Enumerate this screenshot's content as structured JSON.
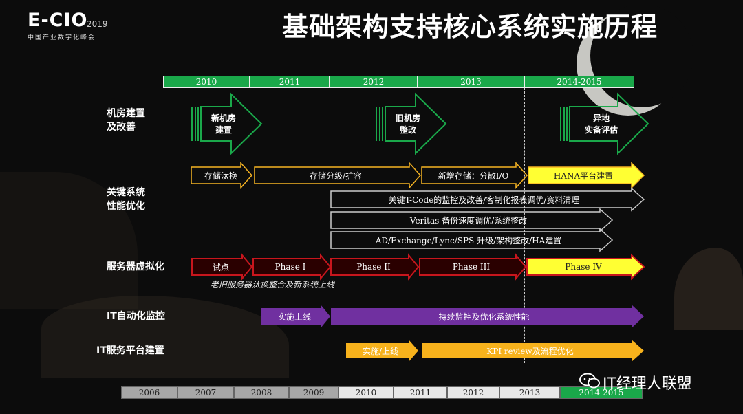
{
  "logo": {
    "main": "E-CIO",
    "year": "2019",
    "sub": "中国产业数字化峰会"
  },
  "title": "基础架构支持核心系统实施历程",
  "top_years": [
    "2010",
    "2011",
    "2012",
    "2013",
    "2014-2015"
  ],
  "rows": {
    "datacenter": "机房建置\n及改善",
    "performance": "关键系统\n性能优化",
    "virtualization": "服务器虚拟化",
    "automation": "IT自动化监控",
    "service_platform": "IT服务平台建置"
  },
  "datacenter_arrows": [
    "新机房\n建置",
    "旧机房\n整改",
    "异地\n实备评估"
  ],
  "storage": [
    "存储汰换",
    "存储分级/扩容",
    "新增存储：分散I/O",
    "HANA平台建置"
  ],
  "perf_bars": [
    "关键T-Code的监控及改善/客制化报表调优/资料清理",
    "Veritas 备份速度调优/系统整改",
    "AD/Exchange/Lync/SPS  升级/架构整改/HA建置"
  ],
  "virt": [
    "试点",
    "Phase I",
    "Phase II",
    "Phase III",
    "Phase IV"
  ],
  "virt_note": "老旧服务器汰换整合及新系统上线",
  "automation": [
    "实施上线",
    "持续监控及优化系统性能"
  ],
  "service": [
    "实施/上线",
    "KPI review及流程优化"
  ],
  "bottom_years": [
    "2006",
    "2007",
    "2008",
    "2009",
    "2010",
    "2011",
    "2012",
    "2013",
    "2014-2015"
  ],
  "watermark": "IT经理人联盟",
  "colors": {
    "green": "#1aa84a",
    "orange": "#f5b323",
    "yellow": "#ffff33",
    "red": "#c8161d",
    "purple": "#7030a0",
    "gold": "#f7b21c"
  }
}
